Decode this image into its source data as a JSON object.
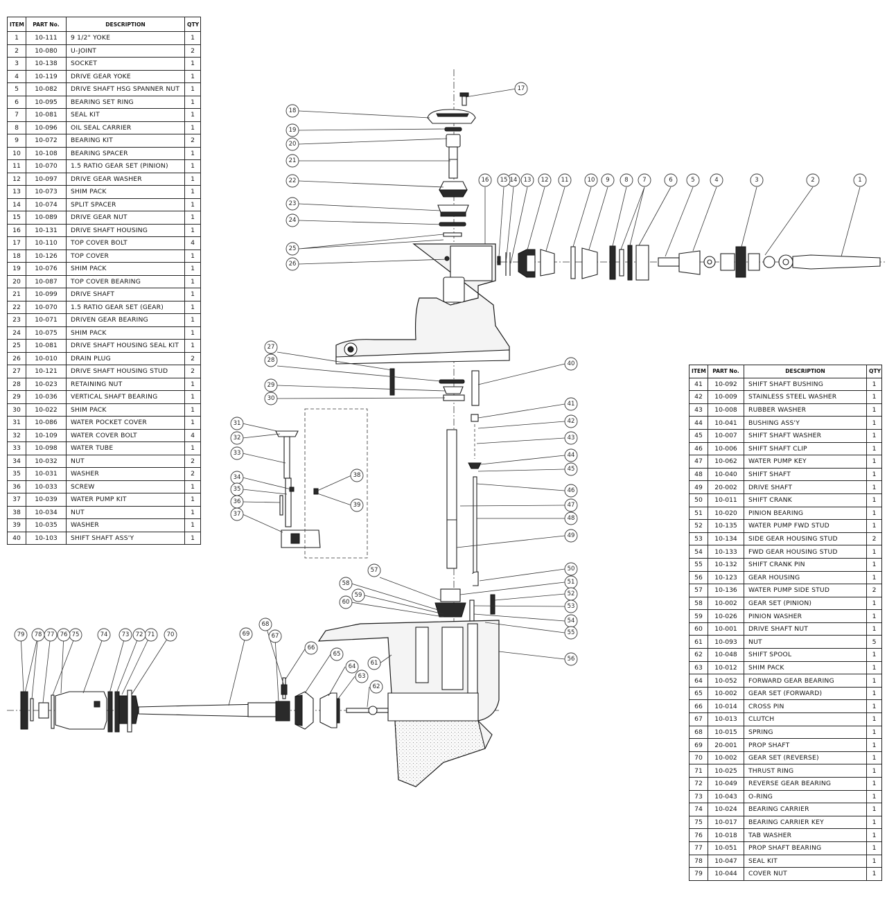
{
  "headers": {
    "item": "ITEM",
    "part_no": "PART No.",
    "description": "DESCRIPTION",
    "qty": "QTY"
  },
  "parts_left": [
    {
      "item": "1",
      "part": "10-111",
      "desc": "9 1/2\" YOKE",
      "qty": "1"
    },
    {
      "item": "2",
      "part": "10-080",
      "desc": "U-JOINT",
      "qty": "2"
    },
    {
      "item": "3",
      "part": "10-138",
      "desc": "SOCKET",
      "qty": "1"
    },
    {
      "item": "4",
      "part": "10-119",
      "desc": "DRIVE GEAR YOKE",
      "qty": "1"
    },
    {
      "item": "5",
      "part": "10-082",
      "desc": "DRIVE SHAFT HSG SPANNER NUT",
      "qty": "1"
    },
    {
      "item": "6",
      "part": "10-095",
      "desc": "BEARING SET RING",
      "qty": "1"
    },
    {
      "item": "7",
      "part": "10-081",
      "desc": "SEAL KIT",
      "qty": "1"
    },
    {
      "item": "8",
      "part": "10-096",
      "desc": "OIL SEAL CARRIER",
      "qty": "1"
    },
    {
      "item": "9",
      "part": "10-072",
      "desc": "BEARING KIT",
      "qty": "2"
    },
    {
      "item": "10",
      "part": "10-108",
      "desc": "BEARING SPACER",
      "qty": "1"
    },
    {
      "item": "11",
      "part": "10-070",
      "desc": "1.5 RATIO GEAR SET (PINION)",
      "qty": "1"
    },
    {
      "item": "12",
      "part": "10-097",
      "desc": "DRIVE GEAR WASHER",
      "qty": "1"
    },
    {
      "item": "13",
      "part": "10-073",
      "desc": "SHIM PACK",
      "qty": "1"
    },
    {
      "item": "14",
      "part": "10-074",
      "desc": "SPLIT SPACER",
      "qty": "1"
    },
    {
      "item": "15",
      "part": "10-089",
      "desc": "DRIVE GEAR NUT",
      "qty": "1"
    },
    {
      "item": "16",
      "part": "10-131",
      "desc": "DRIVE SHAFT HOUSING",
      "qty": "1"
    },
    {
      "item": "17",
      "part": "10-110",
      "desc": "TOP COVER BOLT",
      "qty": "4"
    },
    {
      "item": "18",
      "part": "10-126",
      "desc": "TOP COVER",
      "qty": "1"
    },
    {
      "item": "19",
      "part": "10-076",
      "desc": "SHIM PACK",
      "qty": "1"
    },
    {
      "item": "20",
      "part": "10-087",
      "desc": "TOP COVER BEARING",
      "qty": "1"
    },
    {
      "item": "21",
      "part": "10-099",
      "desc": "DRIVE SHAFT",
      "qty": "1"
    },
    {
      "item": "22",
      "part": "10-070",
      "desc": "1.5 RATIO GEAR SET (GEAR)",
      "qty": "1"
    },
    {
      "item": "23",
      "part": "10-071",
      "desc": "DRIVEN GEAR BEARING",
      "qty": "1"
    },
    {
      "item": "24",
      "part": "10-075",
      "desc": "SHIM PACK",
      "qty": "1"
    },
    {
      "item": "25",
      "part": "10-081",
      "desc": "DRIVE SHAFT HOUSING SEAL KIT",
      "qty": "1"
    },
    {
      "item": "26",
      "part": "10-010",
      "desc": "DRAIN PLUG",
      "qty": "2"
    },
    {
      "item": "27",
      "part": "10-121",
      "desc": "DRIVE SHAFT HOUSING STUD",
      "qty": "2"
    },
    {
      "item": "28",
      "part": "10-023",
      "desc": "RETAINING NUT",
      "qty": "1"
    },
    {
      "item": "29",
      "part": "10-036",
      "desc": "VERTICAL SHAFT BEARING",
      "qty": "1"
    },
    {
      "item": "30",
      "part": "10-022",
      "desc": "SHIM PACK",
      "qty": "1"
    },
    {
      "item": "31",
      "part": "10-086",
      "desc": "WATER POCKET COVER",
      "qty": "1"
    },
    {
      "item": "32",
      "part": "10-109",
      "desc": "WATER COVER BOLT",
      "qty": "4"
    },
    {
      "item": "33",
      "part": "10-098",
      "desc": "WATER TUBE",
      "qty": "1"
    },
    {
      "item": "34",
      "part": "10-032",
      "desc": "NUT",
      "qty": "2"
    },
    {
      "item": "35",
      "part": "10-031",
      "desc": "WASHER",
      "qty": "2"
    },
    {
      "item": "36",
      "part": "10-033",
      "desc": "SCREW",
      "qty": "1"
    },
    {
      "item": "37",
      "part": "10-039",
      "desc": "WATER PUMP KIT",
      "qty": "1"
    },
    {
      "item": "38",
      "part": "10-034",
      "desc": "NUT",
      "qty": "1"
    },
    {
      "item": "39",
      "part": "10-035",
      "desc": "WASHER",
      "qty": "1"
    },
    {
      "item": "40",
      "part": "10-103",
      "desc": "SHIFT SHAFT ASS'Y",
      "qty": "1"
    }
  ],
  "parts_right": [
    {
      "item": "41",
      "part": "10-092",
      "desc": "SHIFT SHAFT BUSHING",
      "qty": "1"
    },
    {
      "item": "42",
      "part": "10-009",
      "desc": "STAINLESS STEEL WASHER",
      "qty": "1"
    },
    {
      "item": "43",
      "part": "10-008",
      "desc": "RUBBER WASHER",
      "qty": "1"
    },
    {
      "item": "44",
      "part": "10-041",
      "desc": "BUSHING ASS'Y",
      "qty": "1"
    },
    {
      "item": "45",
      "part": "10-007",
      "desc": "SHIFT SHAFT WASHER",
      "qty": "1"
    },
    {
      "item": "46",
      "part": "10-006",
      "desc": "SHIFT SHAFT CLIP",
      "qty": "1"
    },
    {
      "item": "47",
      "part": "10-062",
      "desc": "WATER PUMP KEY",
      "qty": "1"
    },
    {
      "item": "48",
      "part": "10-040",
      "desc": "SHIFT SHAFT",
      "qty": "1"
    },
    {
      "item": "49",
      "part": "20-002",
      "desc": "DRIVE SHAFT",
      "qty": "1"
    },
    {
      "item": "50",
      "part": "10-011",
      "desc": "SHIFT CRANK",
      "qty": "1"
    },
    {
      "item": "51",
      "part": "10-020",
      "desc": "PINION BEARING",
      "qty": "1"
    },
    {
      "item": "52",
      "part": "10-135",
      "desc": "WATER PUMP FWD STUD",
      "qty": "1"
    },
    {
      "item": "53",
      "part": "10-134",
      "desc": "SIDE GEAR HOUSING STUD",
      "qty": "2"
    },
    {
      "item": "54",
      "part": "10-133",
      "desc": "FWD GEAR HOUSING STUD",
      "qty": "1"
    },
    {
      "item": "55",
      "part": "10-132",
      "desc": "SHIFT CRANK PIN",
      "qty": "1"
    },
    {
      "item": "56",
      "part": "10-123",
      "desc": "GEAR HOUSING",
      "qty": "1"
    },
    {
      "item": "57",
      "part": "10-136",
      "desc": "WATER PUMP SIDE STUD",
      "qty": "2"
    },
    {
      "item": "58",
      "part": "10-002",
      "desc": "GEAR SET (PINION)",
      "qty": "1"
    },
    {
      "item": "59",
      "part": "10-026",
      "desc": "PINION WASHER",
      "qty": "1"
    },
    {
      "item": "60",
      "part": "10-001",
      "desc": "DRIVE SHAFT NUT",
      "qty": "1"
    },
    {
      "item": "61",
      "part": "10-093",
      "desc": "NUT",
      "qty": "5"
    },
    {
      "item": "62",
      "part": "10-048",
      "desc": "SHIFT SPOOL",
      "qty": "1"
    },
    {
      "item": "63",
      "part": "10-012",
      "desc": "SHIM PACK",
      "qty": "1"
    },
    {
      "item": "64",
      "part": "10-052",
      "desc": "FORWARD GEAR BEARING",
      "qty": "1"
    },
    {
      "item": "65",
      "part": "10-002",
      "desc": "GEAR SET (FORWARD)",
      "qty": "1"
    },
    {
      "item": "66",
      "part": "10-014",
      "desc": "CROSS PIN",
      "qty": "1"
    },
    {
      "item": "67",
      "part": "10-013",
      "desc": "CLUTCH",
      "qty": "1"
    },
    {
      "item": "68",
      "part": "10-015",
      "desc": "SPRING",
      "qty": "1"
    },
    {
      "item": "69",
      "part": "20-001",
      "desc": "PROP SHAFT",
      "qty": "1"
    },
    {
      "item": "70",
      "part": "10-002",
      "desc": "GEAR SET (REVERSE)",
      "qty": "1"
    },
    {
      "item": "71",
      "part": "10-025",
      "desc": "THRUST RING",
      "qty": "1"
    },
    {
      "item": "72",
      "part": "10-049",
      "desc": "REVERSE GEAR BEARING",
      "qty": "1"
    },
    {
      "item": "73",
      "part": "10-043",
      "desc": "O-RING",
      "qty": "1"
    },
    {
      "item": "74",
      "part": "10-024",
      "desc": "BEARING CARRIER",
      "qty": "1"
    },
    {
      "item": "75",
      "part": "10-017",
      "desc": "BEARING CARRIER KEY",
      "qty": "1"
    },
    {
      "item": "76",
      "part": "10-018",
      "desc": "TAB WASHER",
      "qty": "1"
    },
    {
      "item": "77",
      "part": "10-051",
      "desc": "PROP SHAFT BEARING",
      "qty": "1"
    },
    {
      "item": "78",
      "part": "10-047",
      "desc": "SEAL KIT",
      "qty": "1"
    },
    {
      "item": "79",
      "part": "10-044",
      "desc": "COVER NUT",
      "qty": "1"
    }
  ],
  "callouts": {
    "c1": "1",
    "c2": "2",
    "c3": "3",
    "c4": "4",
    "c5": "5",
    "c6": "6",
    "c7": "7",
    "c8": "8",
    "c9": "9",
    "c10": "10",
    "c11": "11",
    "c12": "12",
    "c13": "13",
    "c14": "14",
    "c15": "15",
    "c16": "16",
    "c17": "17",
    "c18": "18",
    "c19": "19",
    "c20": "20",
    "c21": "21",
    "c22": "22",
    "c23": "23",
    "c24": "24",
    "c25": "25",
    "c26": "26",
    "c27": "27",
    "c28": "28",
    "c29": "29",
    "c30": "30",
    "c31": "31",
    "c32": "32",
    "c33": "33",
    "c34": "34",
    "c35": "35",
    "c36": "36",
    "c37": "37",
    "c38": "38",
    "c39": "39",
    "c40": "40",
    "c41": "41",
    "c42": "42",
    "c43": "43",
    "c44": "44",
    "c45": "45",
    "c46": "46",
    "c47": "47",
    "c48": "48",
    "c49": "49",
    "c50": "50",
    "c51": "51",
    "c52": "52",
    "c53": "53",
    "c54": "54",
    "c55": "55",
    "c56": "56",
    "c57": "57",
    "c58": "58",
    "c59": "59",
    "c60": "60",
    "c61": "61",
    "c62": "62",
    "c63": "63",
    "c64": "64",
    "c65": "65",
    "c66": "66",
    "c67": "67",
    "c68": "68",
    "c69": "69",
    "c70": "70",
    "c71": "71",
    "c72": "72",
    "c73": "73",
    "c74": "74",
    "c75": "75",
    "c76": "76",
    "c77": "77",
    "c78": "78",
    "c79": "79"
  }
}
